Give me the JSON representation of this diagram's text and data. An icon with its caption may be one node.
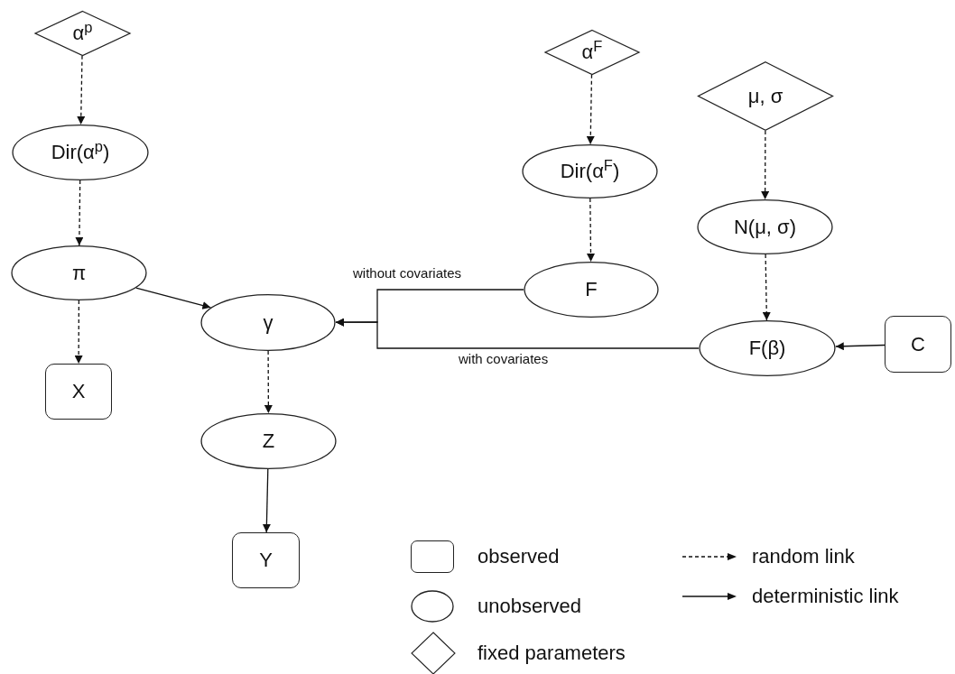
{
  "diagram": {
    "nodes": [
      {
        "text": [
          "α$^{p}$"
        ]
      },
      {
        "text": [
          "Dir(α$^{p}$)"
        ]
      },
      {
        "text": [
          "π"
        ]
      },
      {
        "text": [
          "X"
        ]
      },
      {
        "text": [
          "α$^{F}$"
        ]
      },
      {
        "text": [
          "Dir(α$^{F}$)"
        ]
      },
      {
        "text": [
          "F"
        ]
      },
      {
        "text": [
          "μ, σ"
        ]
      },
      {
        "text": [
          "N(μ, σ)"
        ]
      },
      {
        "text": [
          "γ"
        ]
      },
      {
        "text": [
          "F(β)"
        ]
      },
      {
        "text": [
          "C"
        ]
      },
      {
        "text": [
          "Z"
        ]
      },
      {
        "text": [
          "Y"
        ]
      }
    ],
    "edges": [
      {
        "from": 0,
        "to": 1,
        "arrow": "to",
        "style": "dashed"
      },
      {
        "from": 1,
        "to": 2,
        "arrow": "to",
        "style": "dashed"
      },
      {
        "from": 2,
        "to": 3,
        "arrow": "to",
        "style": "dashed"
      },
      {
        "from": 2,
        "to": 9,
        "arrow": "to"
      },
      {
        "from": 4,
        "to": 5,
        "arrow": "to",
        "style": "dashed"
      },
      {
        "from": 5,
        "to": 6,
        "arrow": "to",
        "style": "dashed"
      },
      {
        "from": 7,
        "to": 8,
        "arrow": "to",
        "style": "dashed"
      },
      {
        "from": 8,
        "to": 10,
        "arrow": "to",
        "style": "dashed"
      },
      {
        "from": 6,
        "to": 9,
        "arrow": "to",
        "label": "without covariates"
      },
      {
        "from": 10,
        "to": 9,
        "arrow": "to",
        "label": "with covariates"
      },
      {
        "from": 11,
        "to": 10,
        "arrow": "to"
      },
      {
        "from": 9,
        "to": 12,
        "arrow": "to",
        "style": "dashed"
      },
      {
        "from": 12,
        "to": 13,
        "arrow": "to"
      }
    ],
    "legend": [
      {
        "text": "observed"
      },
      {
        "text": "unobserved"
      },
      {
        "text": "fixed parameters"
      },
      {
        "text": "random link"
      },
      {
        "text": "deterministic link"
      }
    ]
  }
}
